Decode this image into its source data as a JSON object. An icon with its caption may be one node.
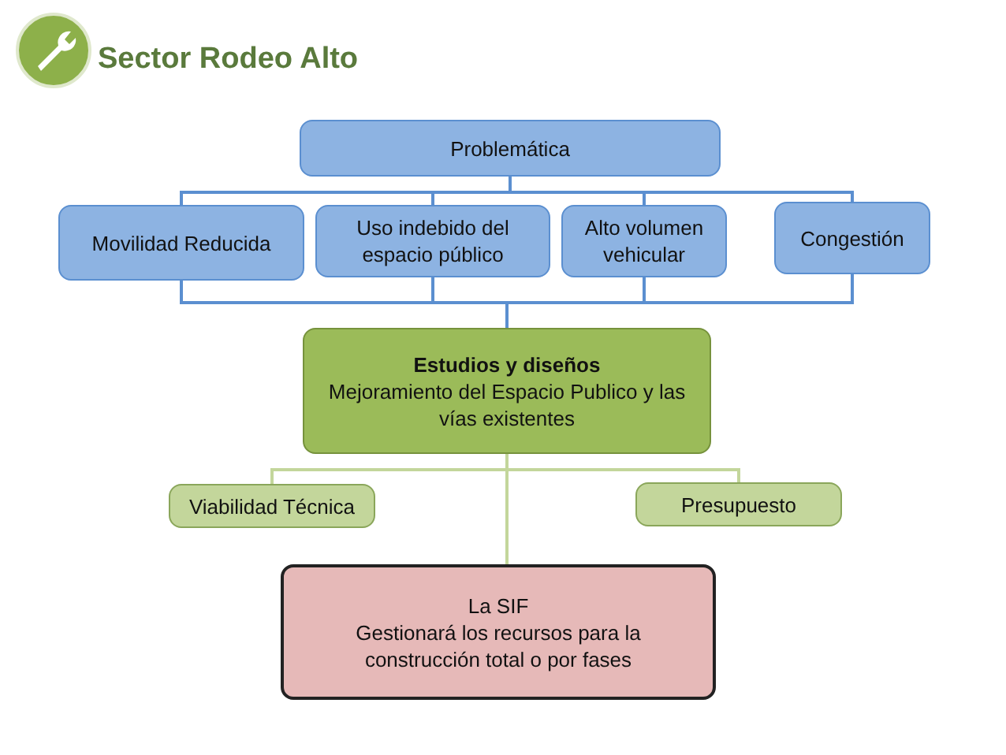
{
  "diagram": {
    "title": "Sector Rodeo Alto",
    "nodes": [
      {
        "text": [
          "Problemática"
        ]
      },
      {
        "text": [
          "Movilidad Reducida"
        ]
      },
      {
        "text": [
          "Uso indebido del espacio público"
        ]
      },
      {
        "text": [
          "Alto volumen vehicular"
        ]
      },
      {
        "text": [
          "Congestión"
        ]
      },
      {
        "text": [
          "Estudios y diseños",
          "Mejoramiento del Espacio Publico y las vías existentes"
        ]
      },
      {
        "text": [
          "Viabilidad Técnica"
        ]
      },
      {
        "text": [
          "Presupuesto"
        ]
      },
      {
        "text": [
          "La SIF",
          "Gestionará los recursos para la construcción total o por fases"
        ]
      }
    ],
    "edges": [
      {
        "from": 0,
        "to": 1,
        "arrow": "none"
      },
      {
        "from": 0,
        "to": 2,
        "arrow": "none"
      },
      {
        "from": 0,
        "to": 3,
        "arrow": "none"
      },
      {
        "from": 0,
        "to": 4,
        "arrow": "none"
      },
      {
        "from": 1,
        "to": 5,
        "arrow": "none"
      },
      {
        "from": 2,
        "to": 5,
        "arrow": "none"
      },
      {
        "from": 3,
        "to": 5,
        "arrow": "none"
      },
      {
        "from": 4,
        "to": 5,
        "arrow": "none"
      },
      {
        "from": 5,
        "to": 6,
        "arrow": "none",
        "color": "#c3d69b"
      },
      {
        "from": 5,
        "to": 7,
        "arrow": "none",
        "color": "#c3d69b"
      },
      {
        "from": 5,
        "to": 8,
        "arrow": "none",
        "color": "#c3d69b"
      }
    ]
  }
}
